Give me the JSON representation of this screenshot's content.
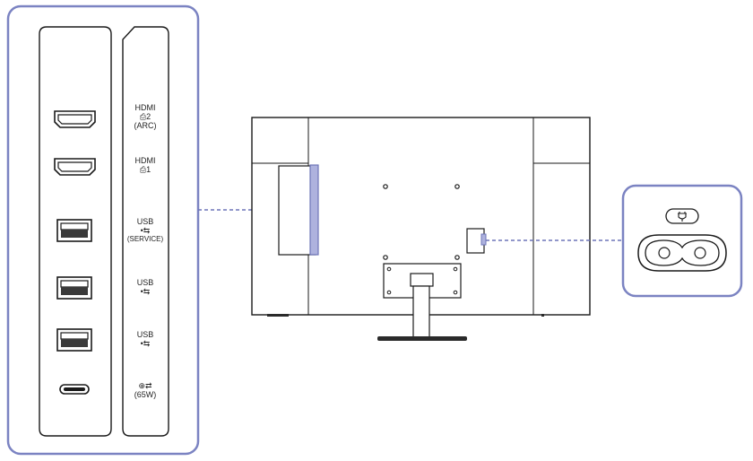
{
  "colors": {
    "callout_border": "#7b83c2",
    "highlight_fill": "#aeb2de",
    "line": "#1a1a1a",
    "dashed_leader": "#6d75b8"
  },
  "ports": [
    {
      "icon": "hdmi-port-icon",
      "label": [
        "HDMI",
        "⎙⁄ 2",
        "(ARC)"
      ]
    },
    {
      "icon": "hdmi-port-icon",
      "label": [
        "HDMI",
        "⎙⁄ 1"
      ]
    },
    {
      "icon": "usb-a-port-icon",
      "label": [
        "USB",
        "•←→",
        "(SERVICE)"
      ]
    },
    {
      "icon": "usb-a-port-icon",
      "label": [
        "USB",
        "•←→"
      ]
    },
    {
      "icon": "usb-a-port-icon",
      "label": [
        "USB",
        "•←→"
      ]
    },
    {
      "icon": "usb-c-port-icon",
      "label": [
        "⊕⇄⚡",
        "(65W)"
      ]
    }
  ],
  "labels": {
    "hdmi2": {
      "line1": "HDMI",
      "line2": "²",
      "line3": "(ARC)"
    },
    "hdmi1": {
      "line1": "HDMI",
      "line2": "1"
    },
    "usb_service": {
      "line1": "USB",
      "line3": "(SERVICE)"
    },
    "usb2": {
      "line1": "USB"
    },
    "usb3": {
      "line1": "USB"
    },
    "usbc": {
      "line2": "(65W)"
    }
  }
}
